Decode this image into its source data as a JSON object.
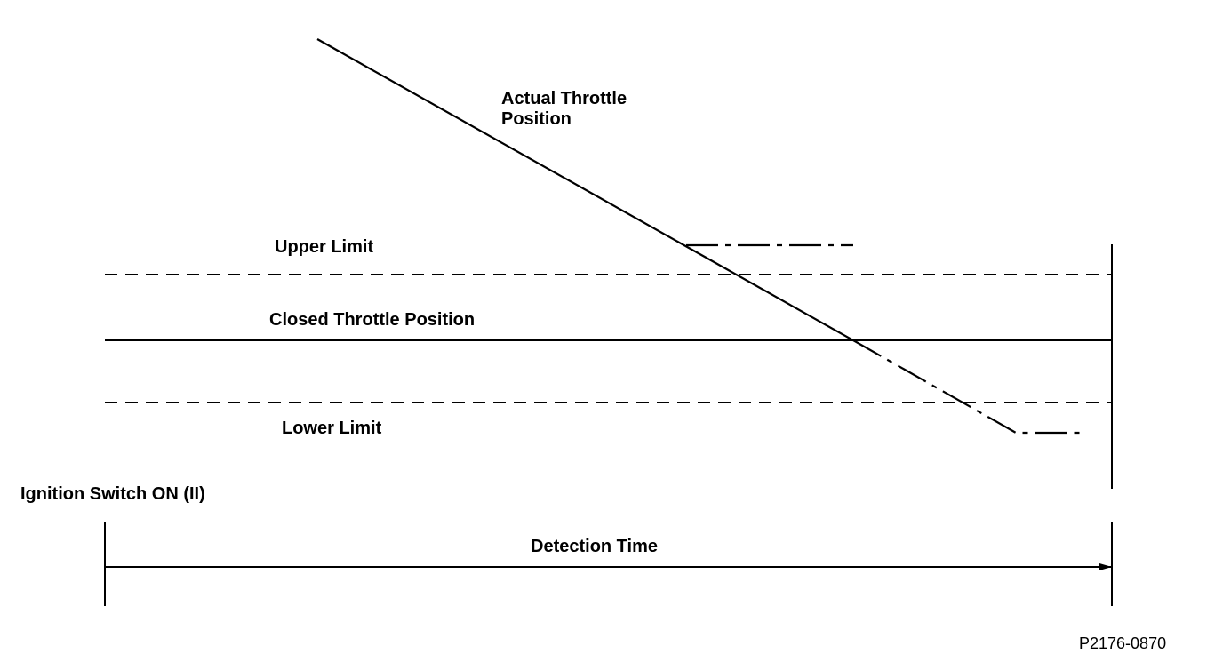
{
  "labels": {
    "actual_line1": "Actual Throttle",
    "actual_line2": "Position",
    "upper_limit": "Upper Limit",
    "closed_throttle": "Closed Throttle Position",
    "lower_limit": "Lower Limit",
    "ignition": "Ignition Switch ON (II)",
    "detection_time": "Detection Time",
    "figure_code": "P2176-0870"
  },
  "colors": {
    "ink": "#000000",
    "background": "#ffffff"
  }
}
